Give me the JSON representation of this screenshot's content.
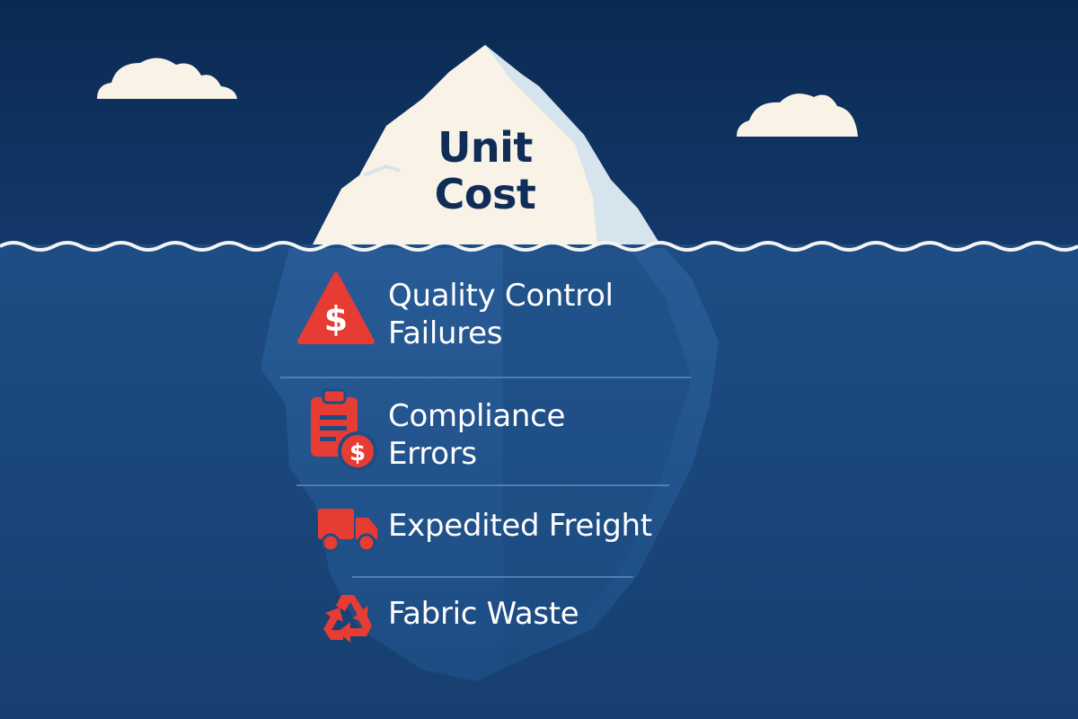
{
  "iceberg": {
    "tip_title_line1": "Unit",
    "tip_title_line2": "Cost",
    "hidden_costs": [
      {
        "line1": "Quality Control",
        "line2": "Failures",
        "icon": "dollar-warning-icon"
      },
      {
        "line1": "Compliance",
        "line2": "Errors",
        "icon": "clipboard-dollar-icon"
      },
      {
        "line1": "Expedited Freight",
        "line2": "",
        "icon": "truck-icon"
      },
      {
        "line1": "Fabric Waste",
        "line2": "",
        "icon": "recycle-icon"
      }
    ]
  },
  "colors": {
    "sky": "#0d2e5a",
    "water": "#1a4a80",
    "ice": "#f8f3e6",
    "accent": "#e63c33",
    "title_text": "#0f2d57"
  }
}
